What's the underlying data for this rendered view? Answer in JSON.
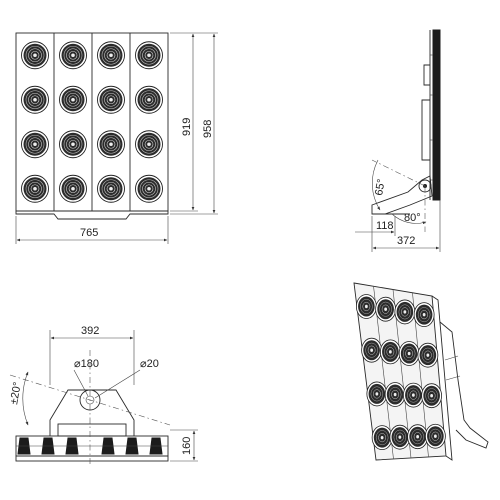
{
  "front_view": {
    "width_label": "765",
    "height_inner_label": "919",
    "height_outer_label": "958",
    "grid": {
      "rows": 4,
      "cols": 4
    }
  },
  "side_view": {
    "angle_upper_label": "65°",
    "angle_lower_label": "80°",
    "offset_label": "118",
    "depth_label": "372"
  },
  "bottom_view": {
    "bracket_width_label": "392",
    "hole_large_label": "⌀180",
    "hole_small_label": "⌀20",
    "tilt_label": "±20°",
    "height_label": "160"
  },
  "iso_view": {
    "grid": {
      "rows": 4,
      "cols": 4
    }
  }
}
